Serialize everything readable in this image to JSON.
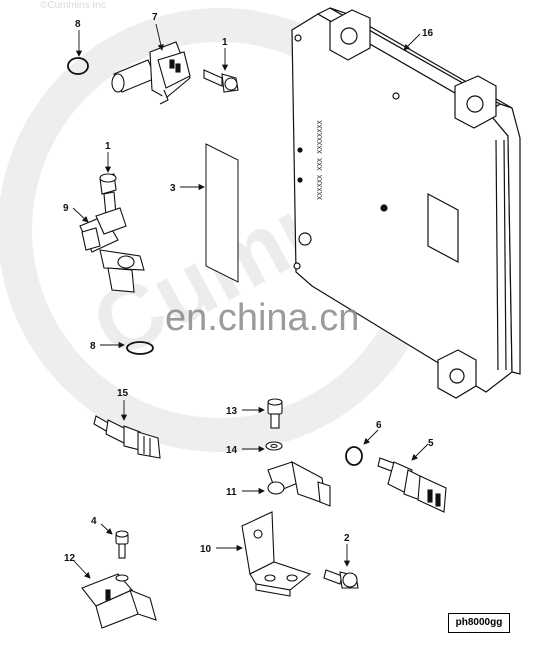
{
  "watermarks": {
    "top_credit": "©Cummins Inc",
    "brand": "Cummins",
    "site": "en.china.cn"
  },
  "module_label_text": "XXXXXX XXX XXXXXXXX",
  "reference_code": "ph8000gg",
  "callouts": [
    {
      "id": "c8a",
      "label": "8"
    },
    {
      "id": "c7",
      "label": "7"
    },
    {
      "id": "c1a",
      "label": "1"
    },
    {
      "id": "c16",
      "label": "16"
    },
    {
      "id": "c1b",
      "label": "1"
    },
    {
      "id": "c3",
      "label": "3"
    },
    {
      "id": "c9",
      "label": "9"
    },
    {
      "id": "c8b",
      "label": "8"
    },
    {
      "id": "c15",
      "label": "15"
    },
    {
      "id": "c13",
      "label": "13"
    },
    {
      "id": "c14",
      "label": "14"
    },
    {
      "id": "c6",
      "label": "6"
    },
    {
      "id": "c5",
      "label": "5"
    },
    {
      "id": "c11",
      "label": "11"
    },
    {
      "id": "c4",
      "label": "4"
    },
    {
      "id": "c12",
      "label": "12"
    },
    {
      "id": "c10",
      "label": "10"
    },
    {
      "id": "c2",
      "label": "2"
    }
  ],
  "colors": {
    "ink": "#111111",
    "watermark": "#e6e6e6",
    "site_watermark": "#8a8a8a"
  }
}
